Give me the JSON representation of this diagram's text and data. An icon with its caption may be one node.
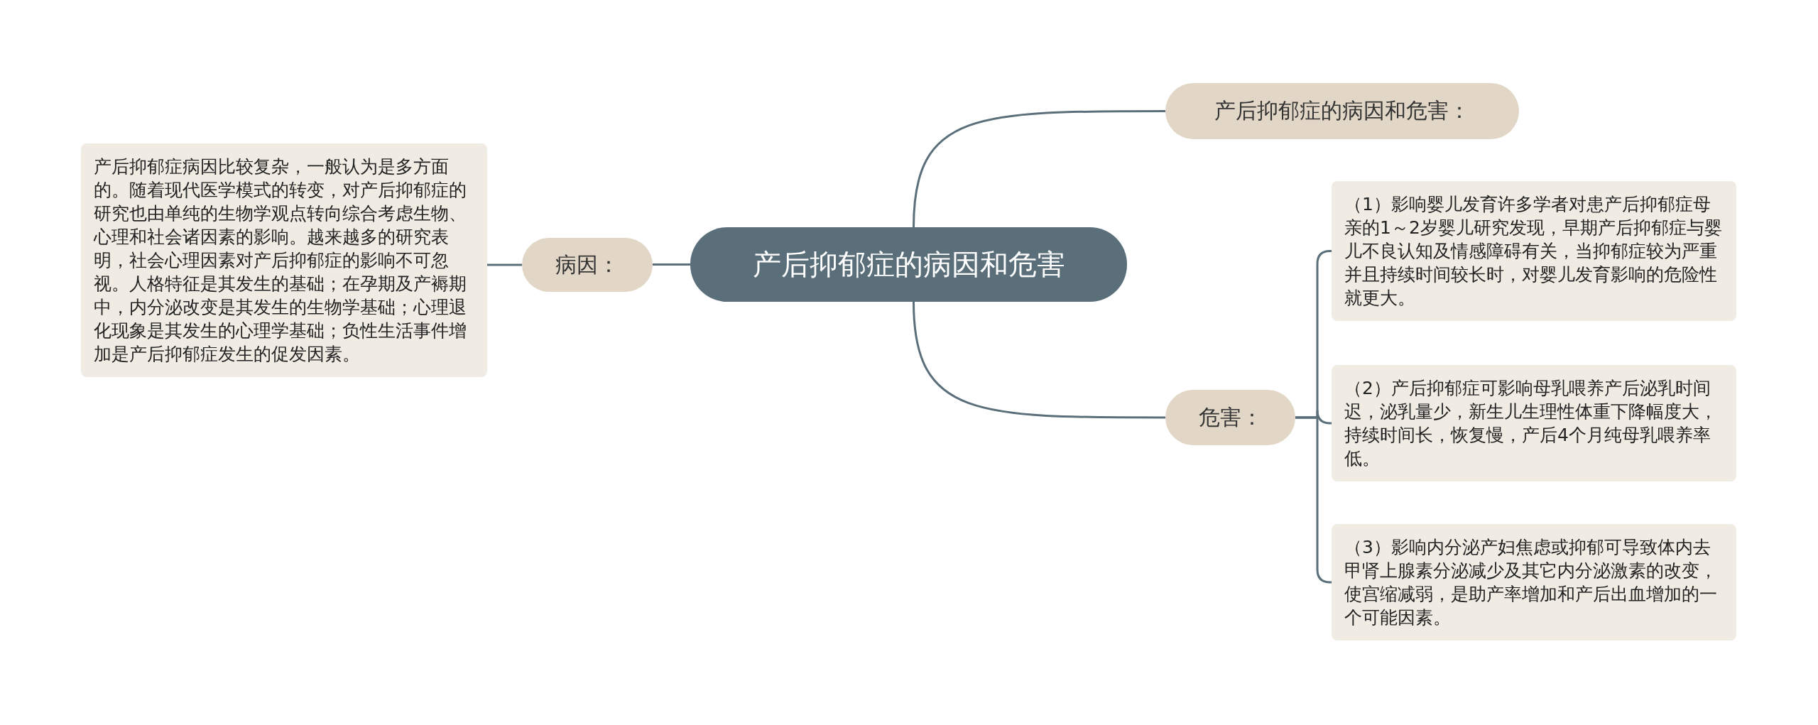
{
  "diagram": {
    "nodes": [
      {
        "text": [
          "产后抑郁症的病因和危害"
        ]
      },
      {
        "text": [
          "产后抑郁症的病因和危害："
        ]
      },
      {
        "text": [
          "病因："
        ]
      },
      {
        "text": [
          "产后抑郁症病因比较复杂，一般认为是多方面的。随着现代医学模式的转变，对产后抑郁症的研究也由单纯的生物学观点转向综合考虑生物、心理和社会诸因素的影响。越来越多的研究表明，社会心理因素对产后抑郁症的影响不可忽视。人格特征是其发生的基础；在孕期及产褥期中，内分泌改变是其发生的生物学基础；心理退化现象是其发生的心理学基础；负性生活事件增加是产后抑郁症发生的促发因素。"
        ]
      },
      {
        "text": [
          "危害："
        ]
      },
      {
        "text": [
          "（1）影响婴儿发育许多学者对患产后抑郁症母亲的1～2岁婴儿研究发现，早期产后抑郁症与婴儿不良认知及情感障碍有关，当抑郁症较为严重并且持续时间较长时，对婴儿发育影响的危险性就更大。"
        ]
      },
      {
        "text": [
          "（2）产后抑郁症可影响母乳喂养产后泌乳时间迟，泌乳量少，新生儿生理性体重下降幅度大，持续时间长，恢复慢，产后4个月纯母乳喂养率低。"
        ]
      },
      {
        "text": [
          "（3）影响内分泌产妇焦虑或抑郁可导致体内去甲肾上腺素分泌减少及其它内分泌激素的改变，使宫缩减弱，是助产率增加和产后出血增加的一个可能因素。"
        ]
      }
    ],
    "edges": [
      {
        "from": 0,
        "to": 1,
        "arrow": "none"
      },
      {
        "from": 0,
        "to": 2,
        "arrow": "none"
      },
      {
        "from": 2,
        "to": 3,
        "arrow": "none"
      },
      {
        "from": 0,
        "to": 4,
        "arrow": "none"
      },
      {
        "from": 4,
        "to": 5,
        "arrow": "none"
      },
      {
        "from": 4,
        "to": 6,
        "arrow": "none"
      },
      {
        "from": 4,
        "to": 7,
        "arrow": "none"
      }
    ]
  }
}
